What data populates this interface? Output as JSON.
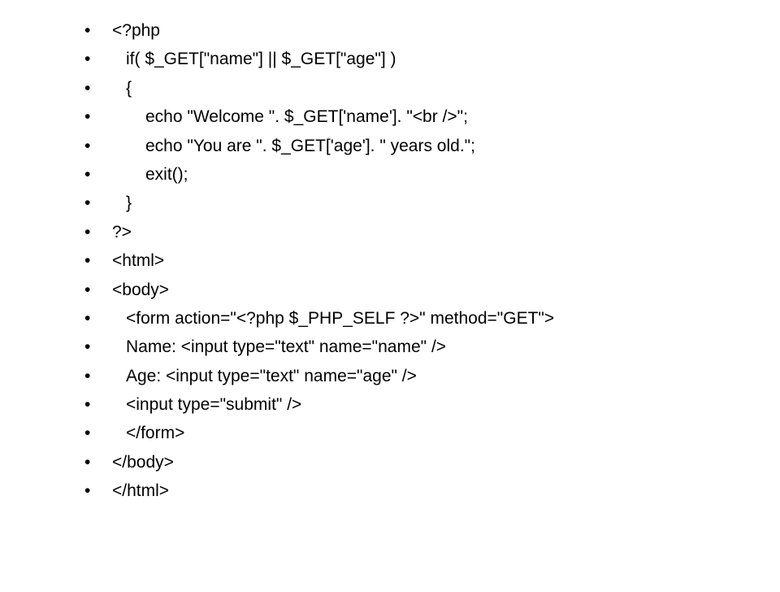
{
  "bullet_glyph": "•",
  "lines": [
    {
      "text": "<?php"
    },
    {
      "text": "if( $_GET[\"name\"] || $_GET[\"age\"] )"
    },
    {
      "text": "{"
    },
    {
      "text": "echo \"Welcome \". $_GET['name']. \"<br />\";"
    },
    {
      "text": "echo \"You are \". $_GET['age']. \" years old.\";"
    },
    {
      "text": "exit();"
    },
    {
      "text": "}"
    },
    {
      "text": "?>"
    },
    {
      "text": "<html>"
    },
    {
      "text": "<body>"
    },
    {
      "text": "<form action=\"<?php $_PHP_SELF ?>\" method=\"GET\">"
    },
    {
      "text": "Name: <input type=\"text\" name=\"name\" />"
    },
    {
      "text": "Age: <input type=\"text\" name=\"age\" />"
    },
    {
      "text": "<input type=\"submit\" />"
    },
    {
      "text": "</form>"
    },
    {
      "text": "</body>"
    },
    {
      "text": "</html>"
    }
  ]
}
